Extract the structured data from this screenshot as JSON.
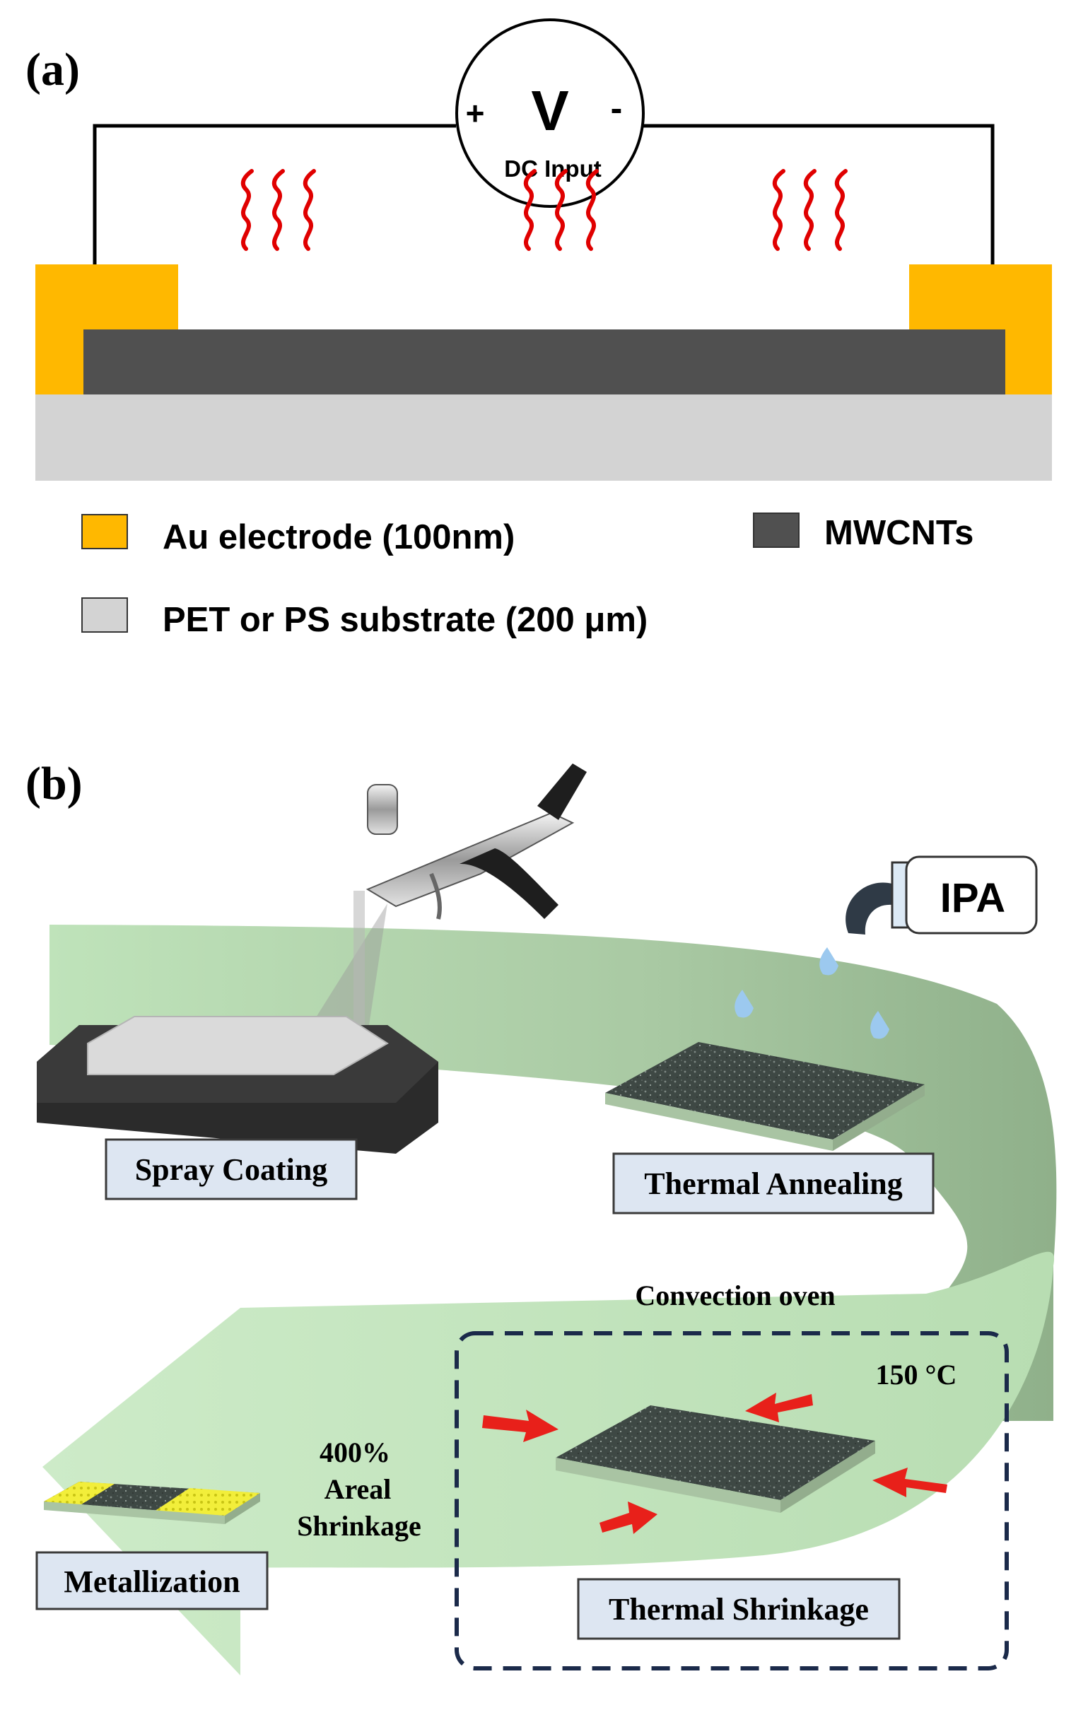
{
  "panel_a": {
    "label": "(a)",
    "source": {
      "symbol": "V",
      "plus": "+",
      "minus": "-",
      "caption": "DC Input"
    },
    "legend": [
      {
        "text": "Au electrode (100nm)",
        "color": "#FFB800"
      },
      {
        "text": "MWCNTs",
        "color": "#505050"
      },
      {
        "text": "PET or PS substrate (200 μm)",
        "color": "#D3D3D3"
      }
    ]
  },
  "panel_b": {
    "label": "(b)",
    "bottle_label": "IPA",
    "steps": {
      "spray": "Spray Coating",
      "anneal": "Thermal Annealing",
      "shrink": "Thermal Shrinkage",
      "metal": "Metallization"
    },
    "oven_label": "Convection oven",
    "temperature": "150 °C",
    "shrink_note": [
      "400%",
      "Areal",
      "Shrinkage"
    ]
  },
  "colors": {
    "electrode": "#FFB800",
    "cnt": "#505050",
    "substrate": "#D3D3D3",
    "heat": "#E00000",
    "arrow_dark": "#8FB08A",
    "arrow_light": "#BFE3BA",
    "label_box": "#DDE6F2",
    "oven_border": "#1B2A4A"
  }
}
